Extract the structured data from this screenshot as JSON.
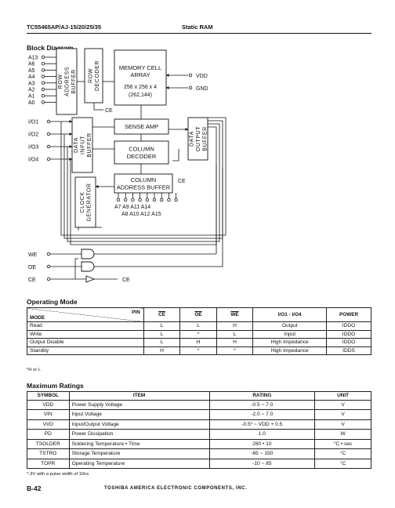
{
  "header": {
    "part": "TC55465AP/AJ-15/20/25/35",
    "title": "Static RAM"
  },
  "block_diagram": {
    "title": "Block Diagram",
    "address_pins": [
      "A13",
      "A6",
      "A5",
      "A4",
      "A3",
      "A2",
      "A1",
      "A0"
    ],
    "io_pins": [
      "I/O1",
      "I/O2",
      "I/O3",
      "I/O4"
    ],
    "row_address_buffer": [
      "ROW",
      "ADDRESS",
      "BUFFER"
    ],
    "row_decoder": [
      "ROW",
      "DECODER"
    ],
    "memory_cell": [
      "MEMORY CELL",
      "ARRAY",
      "256 x 256 x 4",
      "(262,144)"
    ],
    "vdd": "VDD",
    "gnd": "GND",
    "ce": "CE",
    "sense_amp": "SENSE AMP",
    "data_input_buffer": [
      "DATA",
      "INPUT",
      "BUFFER"
    ],
    "column_decoder": [
      "COLUMN",
      "DECODER"
    ],
    "data_output_buffer": [
      "DATA",
      "OUTPUT",
      "BUFFER"
    ],
    "column_address_buffer": [
      "COLUMN",
      "ADDRESS BUFFER"
    ],
    "clock_generator": [
      "CLOCK",
      "GENERATOR"
    ],
    "column_pins_row1": "A7   A9   A11  A14",
    "column_pins_row2": "A8  A10  A12  A15",
    "we": "WE",
    "oe": "OE",
    "ce_pin": "CE",
    "ce_out": "CE"
  },
  "operating_mode": {
    "title": "Operating Mode",
    "pin_label": "PIN",
    "mode_label": "MODE",
    "columns": [
      "CE",
      "OE",
      "WE",
      "I/O1 - I/O4",
      "POWER"
    ],
    "rows": [
      [
        "Read",
        "L",
        "L",
        "H",
        "Output",
        "IDDO"
      ],
      [
        "Write",
        "L",
        "*",
        "L",
        "Input",
        "IDDO"
      ],
      [
        "Output Disable",
        "L",
        "H",
        "H",
        "High Impedance",
        "IDDO"
      ],
      [
        "Standby",
        "H",
        "*",
        "*",
        "High Impedance",
        "IDDS"
      ]
    ],
    "footnote": "*H or L"
  },
  "maximum_ratings": {
    "title": "Maximum Ratings",
    "columns": [
      "SYMBOL",
      "ITEM",
      "RATING",
      "UNIT"
    ],
    "rows": [
      [
        "VDD",
        "Power Supply Voltage",
        "-0.5 ~ 7.0",
        "V"
      ],
      [
        "VIN",
        "Input Voltage",
        "-2.0 ~ 7.0",
        "V"
      ],
      [
        "VI/O",
        "Input/Output Voltage",
        "-0.5* ~ VDD + 0.5",
        "V"
      ],
      [
        "PD",
        "Power Dissipation",
        "1.0",
        "W"
      ],
      [
        "TSOLDER",
        "Soldering Temperature • Time",
        "260 • 10",
        "°C • sec"
      ],
      [
        "TSTRG",
        "Storage Temperature",
        "-65 ~ 150",
        "°C"
      ],
      [
        "TOPR",
        "Operating Temperature",
        "-10 ~ 85",
        "°C"
      ]
    ],
    "footnote": "*-3V with a pulse width of 10ns"
  },
  "footer": {
    "page": "B-42",
    "company": "TOSHIBA AMERICA ELECTRONIC COMPONENTS, INC."
  }
}
